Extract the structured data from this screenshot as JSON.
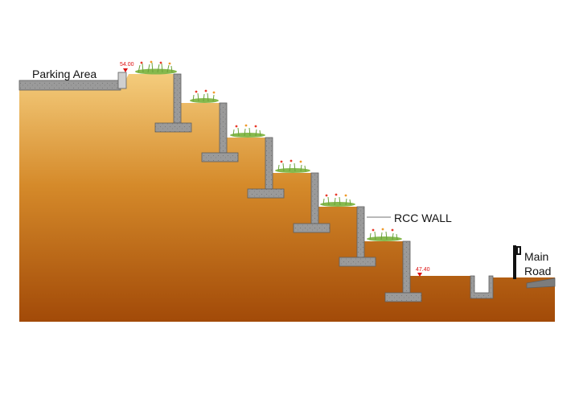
{
  "labels": {
    "parking_area": "Parking Area",
    "rcc_wall": "RCC WALL",
    "main_road_line1": "Main",
    "main_road_line2": "Road"
  },
  "levels": {
    "top": "54.00",
    "bottom": "47.40"
  },
  "colors": {
    "soil_light": "#f4cc7c",
    "soil_mid": "#d58a2a",
    "soil_dark": "#a24a08",
    "concrete": "#9a9a9a",
    "concrete_edge": "#5e5e5e",
    "level_marker": "#dd1111",
    "planter_grass": "#86b94d",
    "flower_red": "#e83a2a",
    "flower_orange": "#f09a2a",
    "road_surface": "#7c7c7c",
    "signpost": "#111111"
  },
  "icons": {
    "level_marker": "triangle-down-icon",
    "planter": "shrub-icon",
    "signpost": "road-sign-icon"
  }
}
